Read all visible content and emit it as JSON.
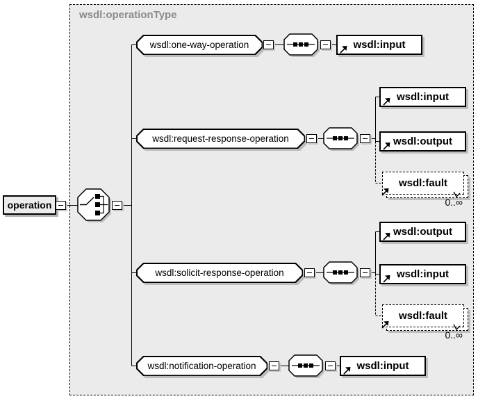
{
  "title": "wsdl:operationType",
  "root": {
    "label": "operation"
  },
  "compositor": {
    "kind": "choice"
  },
  "branches": [
    {
      "label": "wsdl:one-way-operation",
      "compositor": "sequence",
      "children": [
        {
          "label": "wsdl:input"
        }
      ]
    },
    {
      "label": "wsdl:request-response-operation",
      "compositor": "sequence",
      "children": [
        {
          "label": "wsdl:input"
        },
        {
          "label": "wsdl:output"
        },
        {
          "label": "wsdl:fault",
          "optional": true,
          "occurrence": "0..∞"
        }
      ]
    },
    {
      "label": "wsdl:solicit-response-operation",
      "compositor": "sequence",
      "children": [
        {
          "label": "wsdl:output"
        },
        {
          "label": "wsdl:input"
        },
        {
          "label": "wsdl:fault",
          "optional": true,
          "occurrence": "0..∞"
        }
      ]
    },
    {
      "label": "wsdl:notification-operation",
      "compositor": "sequence",
      "children": [
        {
          "label": "wsdl:input"
        }
      ]
    }
  ],
  "icons": {
    "choice": "choice-compositor-icon",
    "sequence": "sequence-compositor-icon",
    "reference": "reference-arrow-icon",
    "collapse": "minus-icon",
    "repeat": "repeat-corner-icon"
  },
  "colors": {
    "container_fill": "#ebebeb",
    "title_text": "#8a8a8a",
    "box_fill": "#ffffff",
    "border": "#000000",
    "shadow": "#bdbdbd"
  }
}
